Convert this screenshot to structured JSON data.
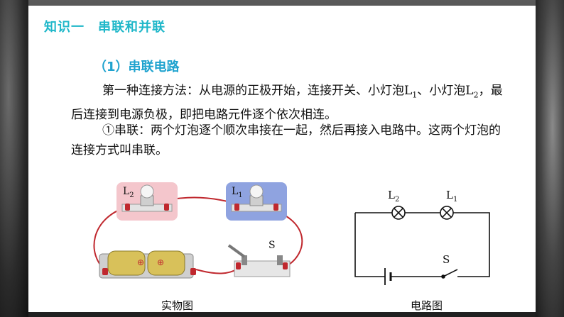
{
  "heading": "知识一　串联和并联",
  "subheading": "（1）串联电路",
  "paragraph1": {
    "a": "第一种连接方法：从电源的正极开始，连接开关、小灯泡L",
    "sub1": "1",
    "b": "、小灯泡L",
    "sub2": "2",
    "c": "，最后连接到电源负极，即把电路元件逐个依次相连。"
  },
  "paragraph2": "①串联：两个灯泡逐个顺次串接在一起，然后再接入电路中。这两个灯泡的连接方式叫串联。",
  "physical": {
    "label_l2": "L",
    "label_l2_sub": "2",
    "label_l1": "L",
    "label_l1_sub": "1",
    "label_s": "S",
    "battery_sign": "⊕",
    "caption": "实物图"
  },
  "schematic": {
    "label_l2": "L",
    "label_l2_sub": "2",
    "label_l1": "L",
    "label_l1_sub": "1",
    "label_s": "S",
    "caption": "电路图"
  },
  "colors": {
    "heading": "#1fb7c9",
    "subheading": "#1fa3cf",
    "wire": "#c0282e",
    "lamp_l2_bg": "#f4c6cc",
    "lamp_l1_bg": "#8fa3e0"
  }
}
